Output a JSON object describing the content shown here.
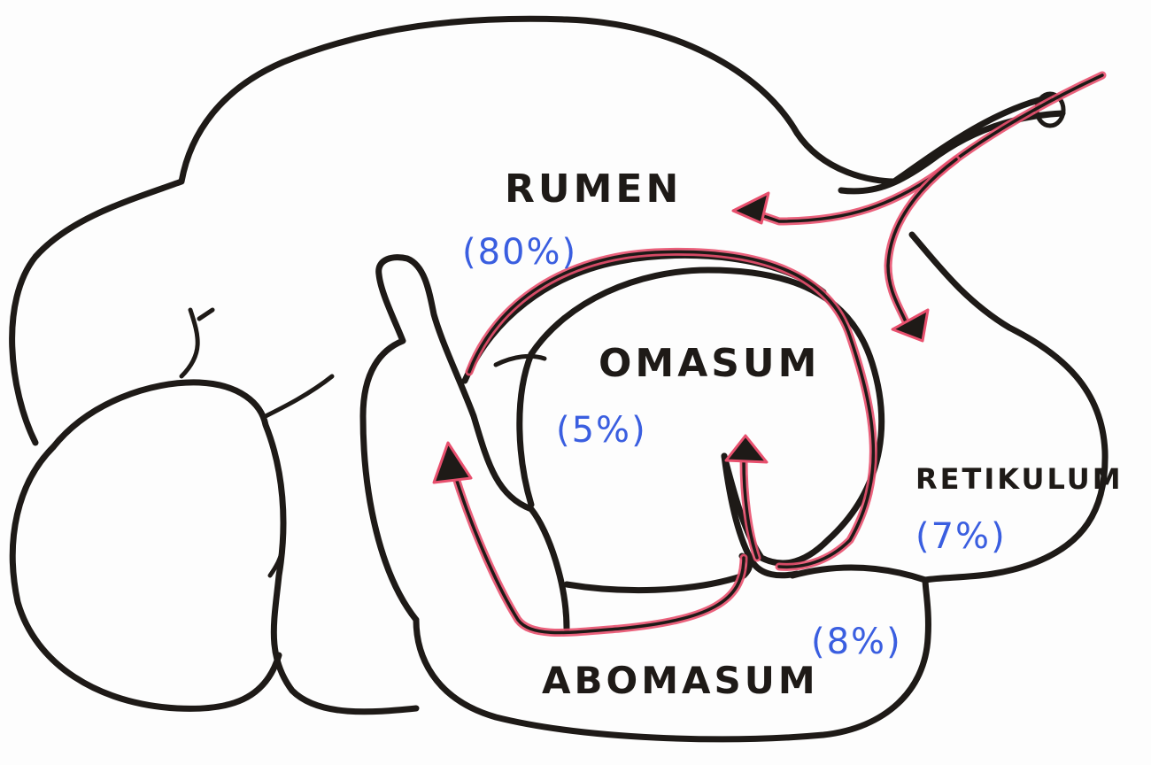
{
  "chambers": [
    {
      "name": "RUMEN",
      "share": "(80%)"
    },
    {
      "name": "OMASUM",
      "share": "(5%)"
    },
    {
      "name": "RETIKULUM",
      "share": "(7%)"
    },
    {
      "name": "ABOMASUM",
      "share": "(8%)"
    }
  ],
  "colors": {
    "outline": "#1e1a17",
    "flow_arrow": "#e8506e",
    "percentage_text": "#3a5ee0"
  }
}
